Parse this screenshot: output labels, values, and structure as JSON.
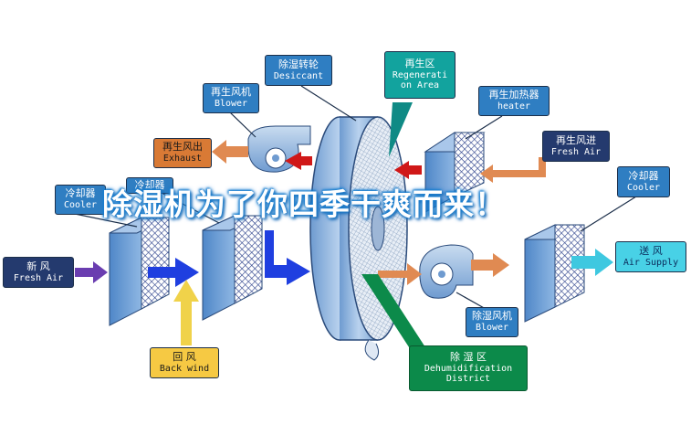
{
  "labels": {
    "desiccant": {
      "cn": "除湿转轮",
      "en": "Desiccant"
    },
    "regen_area": {
      "cn": "再生区",
      "en1": "Regenerati",
      "en2": "on Area"
    },
    "regen_blower": {
      "cn": "再生风机",
      "en": "Blower"
    },
    "regen_heater": {
      "cn": "再生加热器",
      "en": "heater"
    },
    "regen_exhaust": {
      "cn": "再生风出",
      "en": "Exhaust"
    },
    "regen_fresh_air": {
      "cn": "再生风进",
      "en": "Fresh Air"
    },
    "cooler_left": {
      "cn": "冷却器",
      "en": "Cooler"
    },
    "cooler_mid": {
      "cn": "冷却器"
    },
    "cooler_right": {
      "cn": "冷却器",
      "en": "Cooler"
    },
    "fresh_air": {
      "cn": "新     风",
      "en": "Fresh Air"
    },
    "supply_air": {
      "cn": "送  风",
      "en": "Air Supply"
    },
    "back_wind": {
      "cn": "回     风",
      "en": "Back wind"
    },
    "dehum_blower": {
      "cn": "除湿风机",
      "en": "Blower"
    },
    "dehum_district": {
      "cn": "除     湿     区",
      "en1": "Dehumidification",
      "en2": "District"
    }
  },
  "banner": "除湿机为了你四季干爽而来！",
  "colors": {
    "label_blue": "#2f7ec2",
    "label_navy": "#243a6e",
    "label_orange": "#d97a35",
    "label_yellow": "#f6c943",
    "label_cyan": "#48d1e6",
    "label_green": "#0c8a4a",
    "arrow_blue": "#1f3fe0",
    "arrow_purple": "#6a3db0",
    "arrow_orange": "#e08a52",
    "arrow_red": "#d01818",
    "arrow_yellow": "#f0d24a",
    "arrow_cyan": "#3ec8e0",
    "arrow_teal": "#1aa69d"
  }
}
